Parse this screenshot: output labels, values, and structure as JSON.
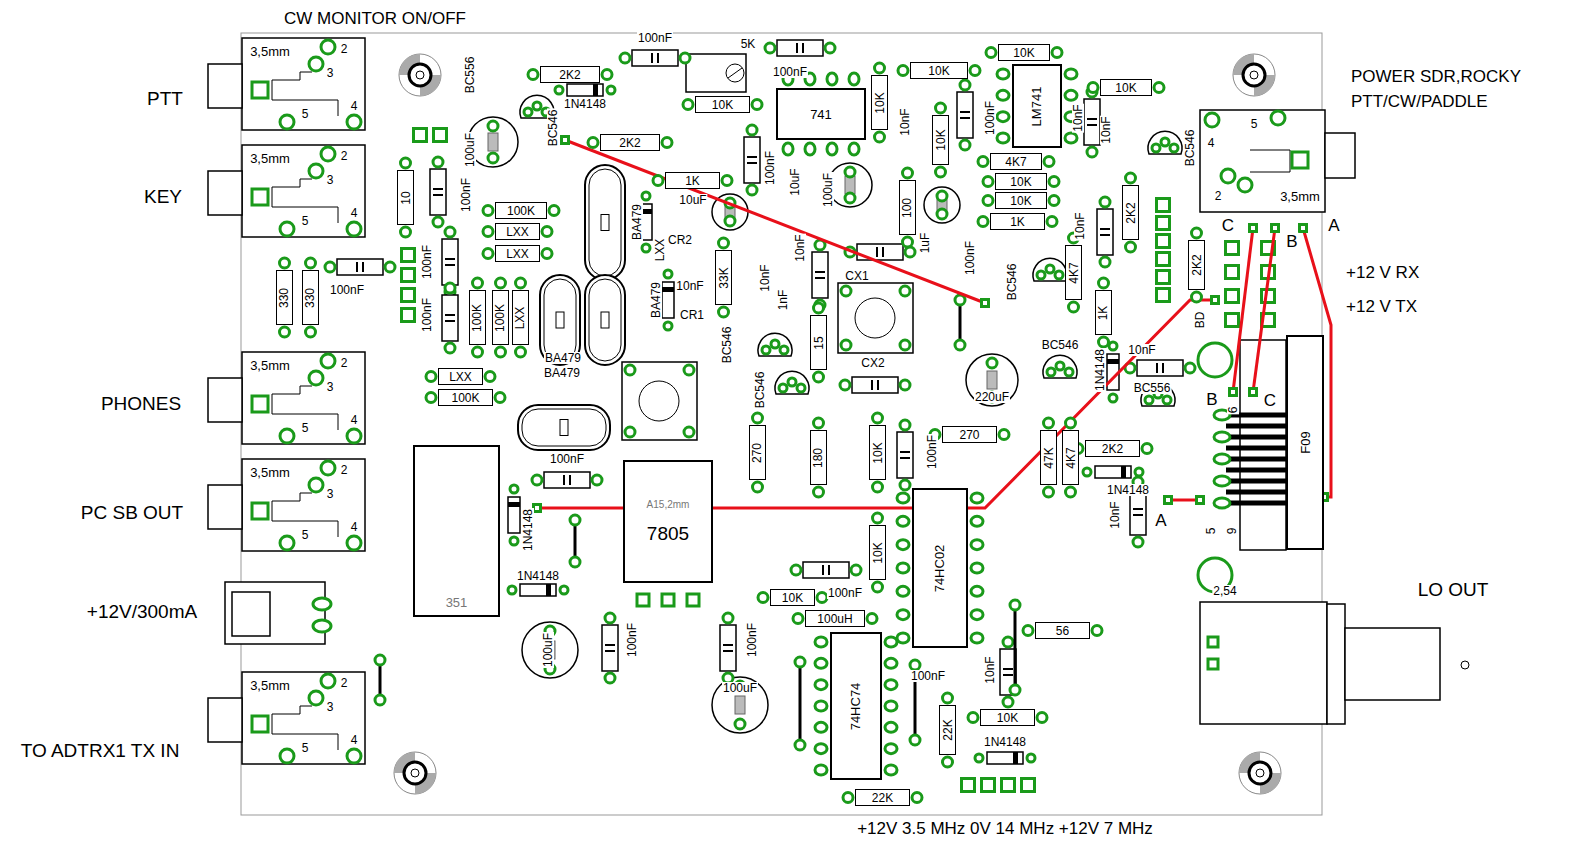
{
  "diagram": {
    "nodes": [
      {
        "text": [
          "2K2"
        ]
      },
      {
        "text": [
          "10K"
        ]
      },
      {
        "text": [
          "741"
        ]
      },
      {
        "text": [
          "10K"
        ]
      },
      {
        "text": [
          "10K"
        ]
      },
      {
        "text": [
          "10K"
        ]
      },
      {
        "text": [
          "LM741"
        ]
      },
      {
        "text": [
          "10K"
        ]
      },
      {
        "text": [
          "2K2"
        ]
      },
      {
        "text": [
          "10K"
        ]
      },
      {
        "text": [
          "4K7"
        ]
      },
      {
        "text": [
          "1K"
        ]
      },
      {
        "text": [
          "10"
        ]
      },
      {
        "text": [
          "10K"
        ]
      },
      {
        "text": [
          "10K"
        ]
      },
      {
        "text": [
          "100"
        ]
      },
      {
        "text": [
          "100K"
        ]
      },
      {
        "text": [
          "1K"
        ]
      },
      {
        "text": [
          "LXX"
        ]
      },
      {
        "text": [
          "2K2"
        ]
      },
      {
        "text": [
          "LXX"
        ]
      },
      {
        "text": [
          "4K7"
        ]
      },
      {
        "text": [
          "2K2"
        ]
      },
      {
        "text": [
          "33K"
        ]
      },
      {
        "text": [
          "330"
        ]
      },
      {
        "text": [
          "330"
        ]
      },
      {
        "text": [
          "100K"
        ]
      },
      {
        "text": [
          "100K"
        ]
      },
      {
        "text": [
          "LXX"
        ]
      },
      {
        "text": [
          "1K"
        ]
      },
      {
        "text": [
          "15"
        ]
      },
      {
        "text": [
          "LXX"
        ]
      },
      {
        "text": [
          "100K"
        ]
      },
      {
        "text": [
          "270"
        ]
      },
      {
        "text": [
          "10K"
        ]
      },
      {
        "text": [
          "270"
        ]
      },
      {
        "text": [
          "180"
        ]
      },
      {
        "text": [
          "47K"
        ]
      },
      {
        "text": [
          "4K7"
        ]
      },
      {
        "text": [
          "2K2"
        ]
      },
      {
        "text": [
          "A15,2mm",
          "7805"
        ]
      },
      {
        "text": [
          "351"
        ]
      },
      {
        "text": [
          "F09"
        ]
      },
      {
        "text": [
          "74HC02"
        ]
      },
      {
        "text": [
          "10K"
        ]
      },
      {
        "text": [
          "10K"
        ]
      },
      {
        "text": [
          "100uH"
        ]
      },
      {
        "text": [
          "56"
        ]
      },
      {
        "text": [
          "74HC74"
        ]
      },
      {
        "text": [
          "10K"
        ]
      },
      {
        "text": [
          "22K"
        ]
      },
      {
        "text": [
          "22K"
        ]
      }
    ],
    "labels": [
      "CW MONITOR ON/OFF",
      "PTT",
      "KEY",
      "PHONES",
      "PC SB OUT",
      "+12V/300mA",
      "TO ADTRX1 TX IN",
      "POWER SDR,ROCKY",
      "PTT/CW/PADDLE",
      "+12 V RX",
      "+12 V TX",
      "LO OUT",
      "+12V 3.5 MHz 0V 14 MHz +12V 7 MHz",
      "C",
      "B",
      "A",
      "B",
      "C",
      "A",
      "BC556",
      "100nF",
      "5K",
      "100nF",
      "1N4148",
      "BC546",
      "100uF",
      "100nF",
      "10uF",
      "100nF",
      "10uF",
      "100uF",
      "10nF",
      "100nF",
      "10nF",
      "10nF",
      "BC546",
      "1uF",
      "100nF",
      "10nF",
      "BC546",
      "BA479",
      "LXX",
      "CR2",
      "10nF",
      "CR1",
      "BA479",
      "10nF",
      "1nF",
      "10nF",
      "CX1",
      "BC546",
      "BC546",
      "CX2",
      "220uF",
      "BC546",
      "BD",
      "10nF",
      "BC556",
      "1N4148",
      "100nF",
      "100nF",
      "100nF",
      "BA479",
      "BA479",
      "100nF",
      "1N4148",
      "10nF",
      "100nF",
      "1N4148",
      "1N4148",
      "100uF",
      "100nF",
      "100nF",
      "100uF",
      "100nF",
      "100nF",
      "10nF",
      "1N4148",
      "6",
      "5",
      "9",
      "2,54",
      "3,5mm",
      "2",
      "3",
      "4",
      "5",
      "3,5mm",
      "2",
      "3",
      "4",
      "5",
      "3,5mm",
      "2",
      "3",
      "4",
      "5",
      "3,5mm",
      "2",
      "3",
      "4",
      "5",
      "3,5mm",
      "2",
      "3",
      "4",
      "5",
      "3,5mm",
      "2",
      "4",
      "5"
    ]
  }
}
